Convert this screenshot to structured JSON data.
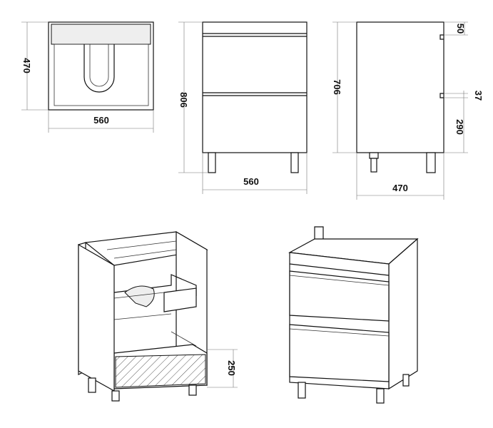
{
  "top_view": {
    "depth": "470",
    "width": "560"
  },
  "front_view": {
    "height": "806",
    "width": "560"
  },
  "side_view": {
    "height": "706",
    "depth": "470",
    "top_offset": "50",
    "rail_height": "37",
    "rail_offset": "290"
  },
  "iso_open_view": {
    "drawer_height": "250"
  }
}
